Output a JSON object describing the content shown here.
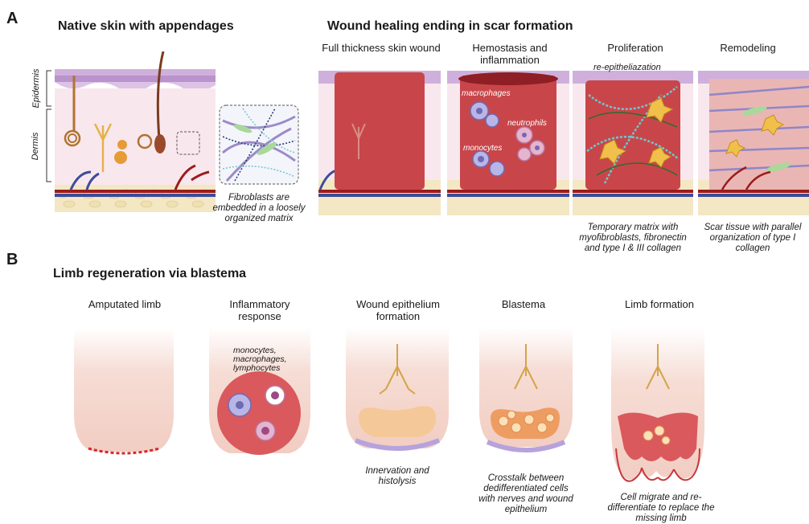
{
  "panel_a": {
    "letter": "A",
    "native_title": "Native skin with  appendages",
    "wound_title": "Wound healing ending in scar formation",
    "epidermis_label": "Epidermis",
    "dermis_label": "Dermis",
    "fibroblast_caption": "Fibroblasts are embedded in a loosely organized matrix",
    "stages": [
      {
        "title": "Full thickness skin wound"
      },
      {
        "title": "Hemostasis and inflammation"
      },
      {
        "title": "Proliferation"
      },
      {
        "title": "Remodeling"
      }
    ],
    "labels": {
      "macrophages": "macrophages",
      "neutrophils": "neutrophils",
      "monocytes": "monocytes",
      "re_epithelialization": "re-epitheliazation"
    },
    "proliferation_caption": "Temporary matrix with myofibroblasts, fibronectin and type I & III collagen",
    "remodeling_caption": "Scar tissue with parallel organization of type I collagen"
  },
  "panel_b": {
    "letter": "B",
    "title": "Limb regeneration via blastema",
    "stages": [
      {
        "title": "Amputated limb"
      },
      {
        "title": "Inflammatory response"
      },
      {
        "title": "Wound epithelium formation"
      },
      {
        "title": "Blastema"
      },
      {
        "title": "Limb formation"
      }
    ],
    "inflammatory_cells_label": "monocytes, macrophages, lymphocytes",
    "captions": {
      "innervation": "Innervation and histolysis",
      "crosstalk": "Crosstalk between dedifferentiated cells with nerves and wound epithelium",
      "migrate": "Cell migrate and re-differentiate to replace the missing limb"
    }
  },
  "colors": {
    "wound_red": "#c8464a",
    "epidermis_purple": "#c9a6d8",
    "dermis_pink": "#f7e3ea",
    "fat_cream": "#f3e7c4",
    "vessel_red": "#9b1c1c",
    "vessel_blue": "#3d4b9a",
    "limb_pink": "#f4d3ca",
    "nerve_gold": "#d4a44a"
  }
}
